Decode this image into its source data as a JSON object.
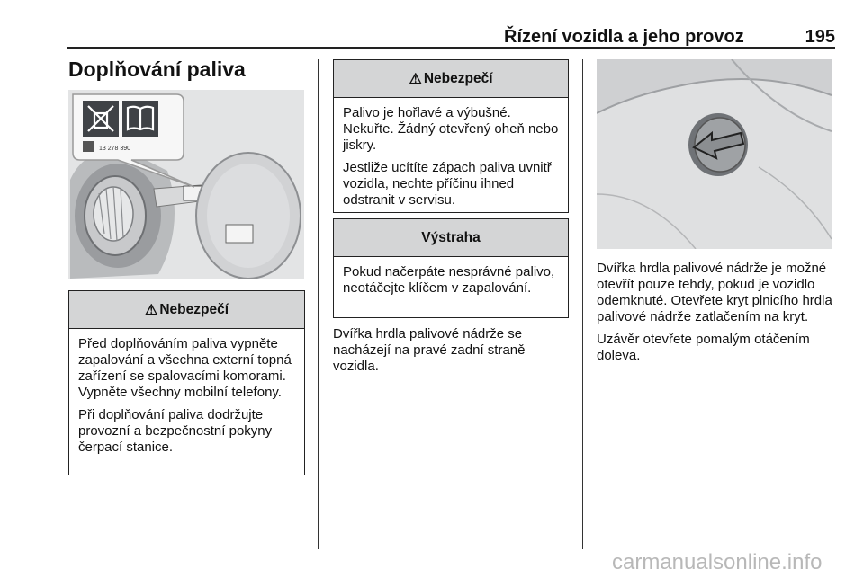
{
  "header": {
    "title": "Řízení vozidla a jeho provoz",
    "page_number": "195"
  },
  "section": {
    "title": "Doplňování paliva"
  },
  "figure_left": {
    "label_code": "13 278 390"
  },
  "danger_box_1": {
    "heading": "Nebezpečí",
    "paragraphs": [
      "Před doplňováním paliva vypněte zapalování a všechna externí topná zařízení se spalovacími komorami. Vypněte všechny mobilní telefony.",
      "Při doplňování paliva dodržujte provozní a bezpečnostní pokyny čerpací stanice."
    ]
  },
  "danger_box_2": {
    "heading": "Nebezpečí",
    "paragraphs": [
      "Palivo je hořlavé a výbušné. Nekuřte. Žádný otevřený oheň nebo jiskry.",
      "Jestliže ucítíte zápach paliva uvnitř vozidla, nechte příčinu ihned odstranit v servisu."
    ]
  },
  "caution_box": {
    "heading": "Výstraha",
    "paragraphs": [
      "Pokud načerpáte nesprávné palivo, neotáčejte klíčem v zapalování."
    ]
  },
  "middle_text": [
    "Dvířka hrdla palivové nádrže se nacházejí na pravé zadní straně vozidla."
  ],
  "right_text": [
    "Dvířka hrdla palivové nádrže je možné otevřít pouze tehdy, pokud je vozidlo odemknuté. Otevřete kryt plnicího hrdla palivové nádrže zatlačením na kryt.",
    "Uzávěr otevřete pomalým otáčením doleva."
  ],
  "watermark": "carmanualsonline.info"
}
